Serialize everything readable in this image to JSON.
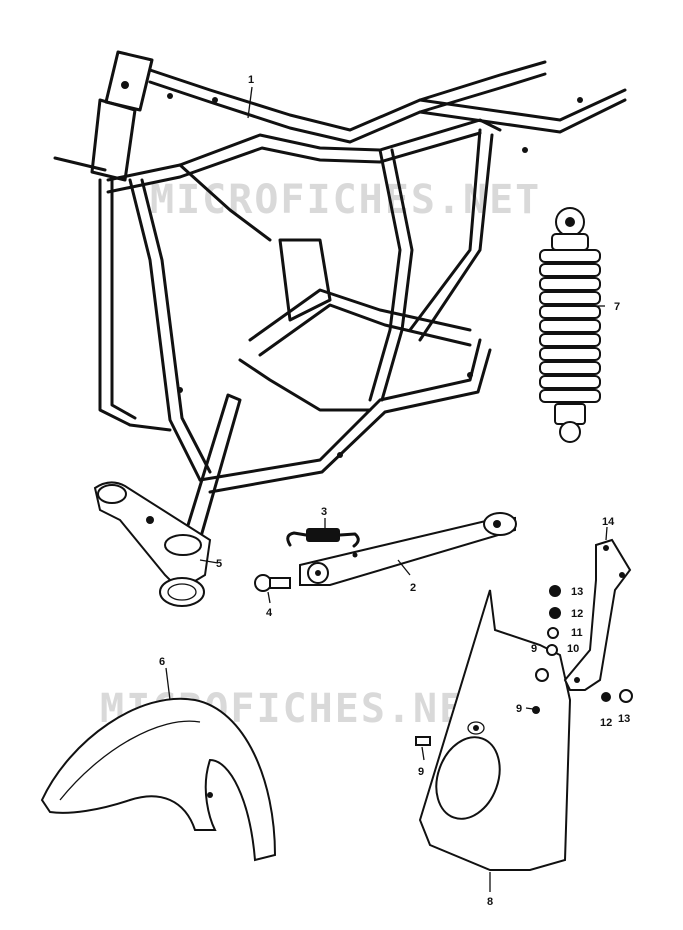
{
  "watermark": {
    "text": "MICROFICHES.NET",
    "color": "#d9d9d9"
  },
  "callouts": {
    "frame": "1",
    "center_stand": "2",
    "stand_spring": "3",
    "stand_bolt": "4",
    "steering_stem": "5",
    "front_fender": "6",
    "rear_shock_absorber": "7",
    "side_cover": "8",
    "cover_bolt_a": "9",
    "cover_bolt_b": "9",
    "cover_bolt_c": "9",
    "grommet_10": "10",
    "washer_11": "11",
    "nut_12": "12",
    "nut_12b": "12",
    "cap_nut_13": "13",
    "cap_nut_13b": "13",
    "cover_bracket": "14"
  },
  "colors": {
    "line": "#111111",
    "background": "#ffffff"
  }
}
